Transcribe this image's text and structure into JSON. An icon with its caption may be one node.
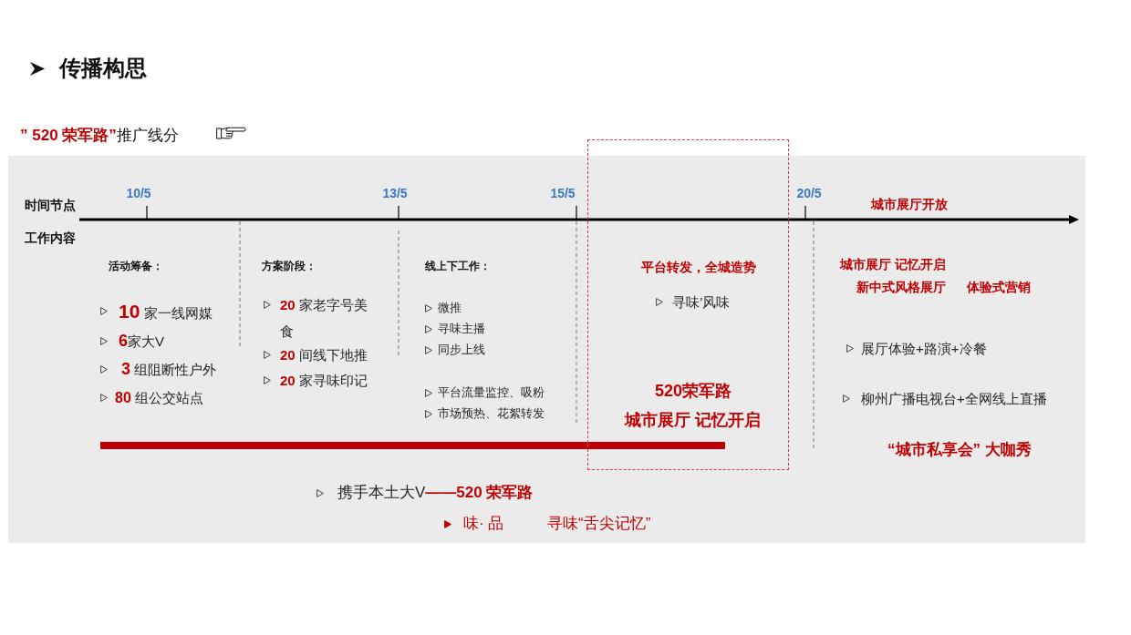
{
  "diagram": {
    "title": "传播构思",
    "nodes": [
      {
        "text": [
          "平台转发，全城造势",
          "寻味’风味",
          "520荣军路",
          "城市展厅 记忆开启"
        ]
      }
    ],
    "labels": [
      "**” 520 荣军路”**推广线分",
      "时间节点",
      "10/5",
      "13/5",
      "15/5",
      "20/5",
      "城市展厅开放",
      "工作内容",
      "活动筹备：",
      "**10** 家一线网媒",
      "**6**家大V",
      "**3** 组阻断性户外",
      "**80** 组公交站点",
      "方案阶段：",
      "**20** 家老字号美食",
      "**20** 间线下地推",
      "**20** 家寻味印记",
      "线上下工作：",
      "微推",
      "寻味主播",
      "同步上线",
      "平台流量监控、吸粉",
      "市场预热、花絮转发",
      "城市展厅 记忆开启",
      "新中式风格展厅",
      "体验式营销",
      "展厅体验+路演+冷餐",
      "柳州广播电视台+全网线上直播",
      "“城市私享会” 大咖秀",
      "携手本土大V**——520 荣军路**",
      "味· 品",
      "寻味“舌尖记忆”"
    ]
  }
}
